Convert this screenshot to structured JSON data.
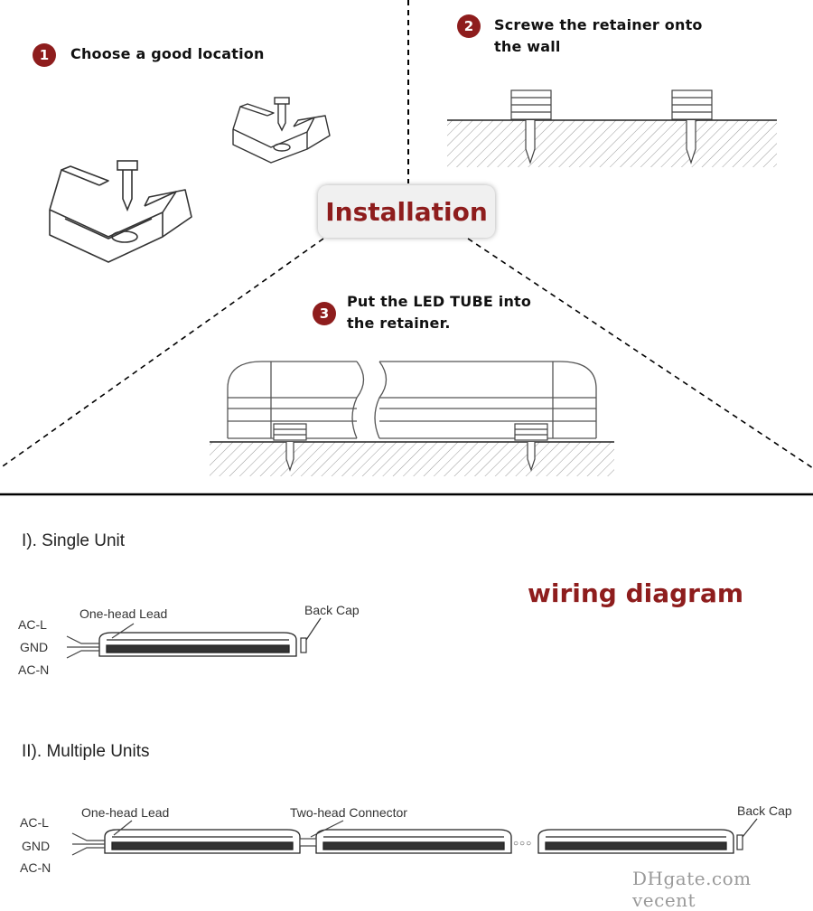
{
  "installation": {
    "title": "Installation",
    "steps": [
      {
        "number": "1",
        "text": "Choose a good location"
      },
      {
        "number": "2",
        "text_line1": "Screwe the retainer onto",
        "text_line2": "the wall"
      },
      {
        "number": "3",
        "text_line1": "Put the LED TUBE into",
        "text_line2": "the retainer."
      }
    ]
  },
  "wiring": {
    "title": "wiring diagram",
    "single": {
      "title": "I). Single Unit",
      "lead_label": "One-head Lead",
      "cap_label": "Back Cap",
      "wire_labels": [
        "AC-L",
        "GND",
        "AC-N"
      ]
    },
    "multiple": {
      "title": "II). Multiple Units",
      "lead_label": "One-head Lead",
      "connector_label": "Two-head Connector",
      "cap_label": "Back Cap",
      "wire_labels": [
        "AC-L",
        "GND",
        "AC-N"
      ],
      "ellipsis": "○○○"
    }
  },
  "watermark": "DHgate.com  vecent",
  "colors": {
    "accent": "#8e1d1d",
    "line": "#000000",
    "hatch": "#9a9a9a"
  }
}
